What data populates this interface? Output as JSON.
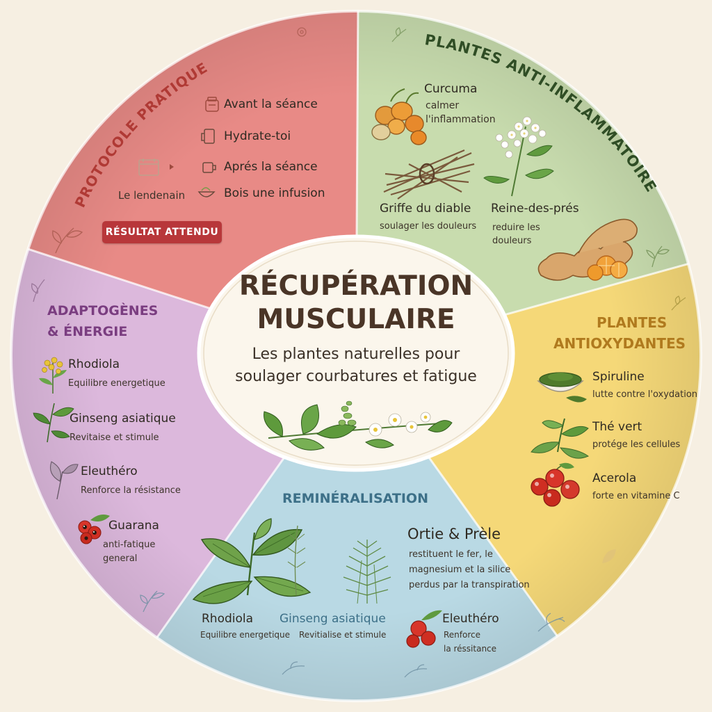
{
  "center": {
    "title_line1": "RÉCUPÉRATION",
    "title_line2": "MUSCULAIRE",
    "subtitle_line1": "Les plantes naturelles pour",
    "subtitle_line2": "soulager courbatures et fatigue"
  },
  "colors": {
    "protocole": "#e88a86",
    "anti_inflammatoires": "#c8dcae",
    "antioxydantes": "#f5d878",
    "remineralisation": "#b9d9e4",
    "adaptogenes": "#dcb8dc",
    "badge": "#b8373a"
  },
  "protocole": {
    "title": "PROTOCOLE PRATIQUE",
    "steps": [
      {
        "label": "Avant la séance",
        "icon": "jar-icon"
      },
      {
        "label": "Hydrate-toi",
        "icon": "cup-icon"
      },
      {
        "label": "Aprés la séance",
        "icon": "mug-icon"
      },
      {
        "label": "Bois une infusion",
        "icon": "teacup-icon"
      }
    ],
    "next_day": "Le lendenain",
    "badge": "RÉSULTAT ATTENDU"
  },
  "anti_inflammatoires": {
    "title": "PLANTES ANTI-INFLAMMATOIRES",
    "items": [
      {
        "name": "Curcuma",
        "desc_line1": "calmer",
        "desc_line2": "l'inflammation",
        "icon": "turmeric-icon"
      },
      {
        "name": "Griffe du diable",
        "desc_line1": "soulager les douleurs",
        "icon": "root-bundle-icon"
      },
      {
        "name": "Reine-des-prés",
        "desc_line1": "reduire les",
        "desc_line2": "douleurs",
        "icon": "meadowsweet-icon"
      }
    ]
  },
  "antioxydantes": {
    "title_line1": "PLANTES",
    "title_line2": "ANTIOXYDANTES",
    "items": [
      {
        "name": "Spiruline",
        "desc": "lutte contre l'oxydation",
        "icon": "spirulina-bowl-icon"
      },
      {
        "name": "Thé vert",
        "desc": "protége les cellules",
        "icon": "green-tea-leaf-icon"
      },
      {
        "name": "Acerola",
        "desc": "forte en vitamine C",
        "icon": "acerola-cherry-icon"
      }
    ]
  },
  "remineralisation": {
    "title": "REMINÉRALISATION",
    "main_name": "Ortie & Prèle",
    "main_desc_line1": "restituent le fer, le",
    "main_desc_line2": "magnesium et la silice",
    "main_desc_line3": "perdus par la transpiration",
    "items": [
      {
        "name": "Rhodiola",
        "desc": "Equilibre energetique"
      },
      {
        "name": "Ginseng asiatique",
        "desc": "Revitialise et stimule"
      },
      {
        "name": "Eleuthéro",
        "desc_line1": "Renforce",
        "desc_line2": "la réssitance"
      }
    ]
  },
  "adaptogenes": {
    "title_line1": "ADAPTOGÈNES",
    "title_line2": "& ÉNERGIE",
    "items": [
      {
        "name": "Rhodiola",
        "desc": "Equilibre energetique",
        "icon": "rhodiola-flower-icon"
      },
      {
        "name": "Ginseng asiatique",
        "desc": "Revitaise et stimule",
        "icon": "ginseng-leaf-icon"
      },
      {
        "name": "Eleuthéro",
        "desc": "Renforce la résistance",
        "icon": "eleuthero-leaf-icon"
      },
      {
        "name": "Guarana",
        "desc_line1": "anti-fatique",
        "desc_line2": "general",
        "icon": "guarana-berry-icon"
      }
    ]
  }
}
